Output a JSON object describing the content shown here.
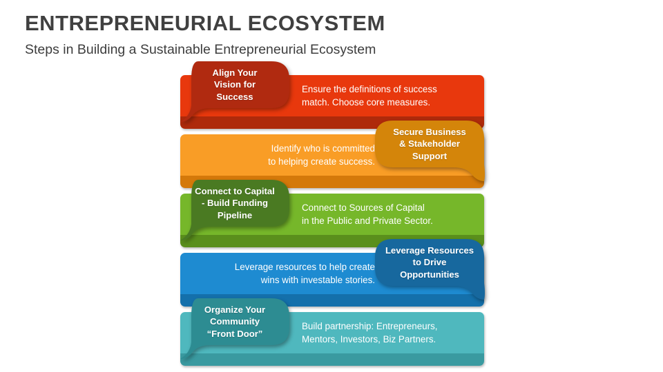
{
  "header": {
    "title": "ENTREPRENEURIAL ECOSYSTEM",
    "subtitle": "Steps in Building a Sustainable Entrepreneurial Ecosystem"
  },
  "colors": {
    "title_text": "#404040",
    "subtitle_text": "#3d3d3d",
    "background": "#ffffff"
  },
  "steps": [
    {
      "id": "step-align-vision",
      "side": "left",
      "band_color": "#e8380d",
      "band_shade_color": "#ae2a0b",
      "bubble_color": "#b02a10",
      "label_lines": [
        "Align Your",
        "Vision for",
        "Success"
      ],
      "desc_lines": [
        "Ensure the definitions of success",
        "match. Choose core measures."
      ]
    },
    {
      "id": "step-secure-support",
      "side": "right",
      "band_color": "#f99d26",
      "band_shade_color": "#d4790a",
      "bubble_color": "#d4850a",
      "label_lines": [
        "Secure Business",
        "& Stakeholder",
        "Support"
      ],
      "desc_lines": [
        "Identify who is committed",
        "to helping create success."
      ]
    },
    {
      "id": "step-connect-capital",
      "side": "left",
      "band_color": "#76b72a",
      "band_shade_color": "#5a8f1c",
      "bubble_color": "#4a7a22",
      "label_lines": [
        "Connect to Capital",
        "- Build Funding",
        "Pipeline"
      ],
      "desc_lines": [
        "Connect to Sources of Capital",
        "in the Public and Private Sector."
      ]
    },
    {
      "id": "step-leverage-resources",
      "side": "right",
      "band_color": "#1e8bd1",
      "band_shade_color": "#1470ab",
      "bubble_color": "#17689e",
      "label_lines": [
        "Leverage Resources",
        "to Drive",
        "Opportunities"
      ],
      "desc_lines": [
        "Leverage resources to help create",
        "wins with investable stories."
      ]
    },
    {
      "id": "step-organize-community",
      "side": "left",
      "band_color": "#4fb8be",
      "band_shade_color": "#3a9aa0",
      "bubble_color": "#2d8c92",
      "label_lines": [
        "Organize Your",
        "Community",
        "“Front Door”"
      ],
      "desc_lines": [
        "Build partnership: Entrepreneurs,",
        "Mentors, Investors, Biz Partners."
      ]
    }
  ]
}
